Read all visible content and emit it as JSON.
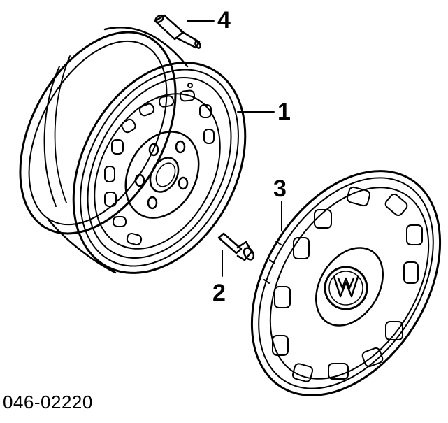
{
  "diagram": {
    "parts": [
      {
        "number": "1"
      },
      {
        "number": "2"
      },
      {
        "number": "3"
      },
      {
        "number": "4"
      }
    ],
    "part_number": "046-02220"
  },
  "colors": {
    "line": "#000000",
    "background": "#ffffff"
  }
}
